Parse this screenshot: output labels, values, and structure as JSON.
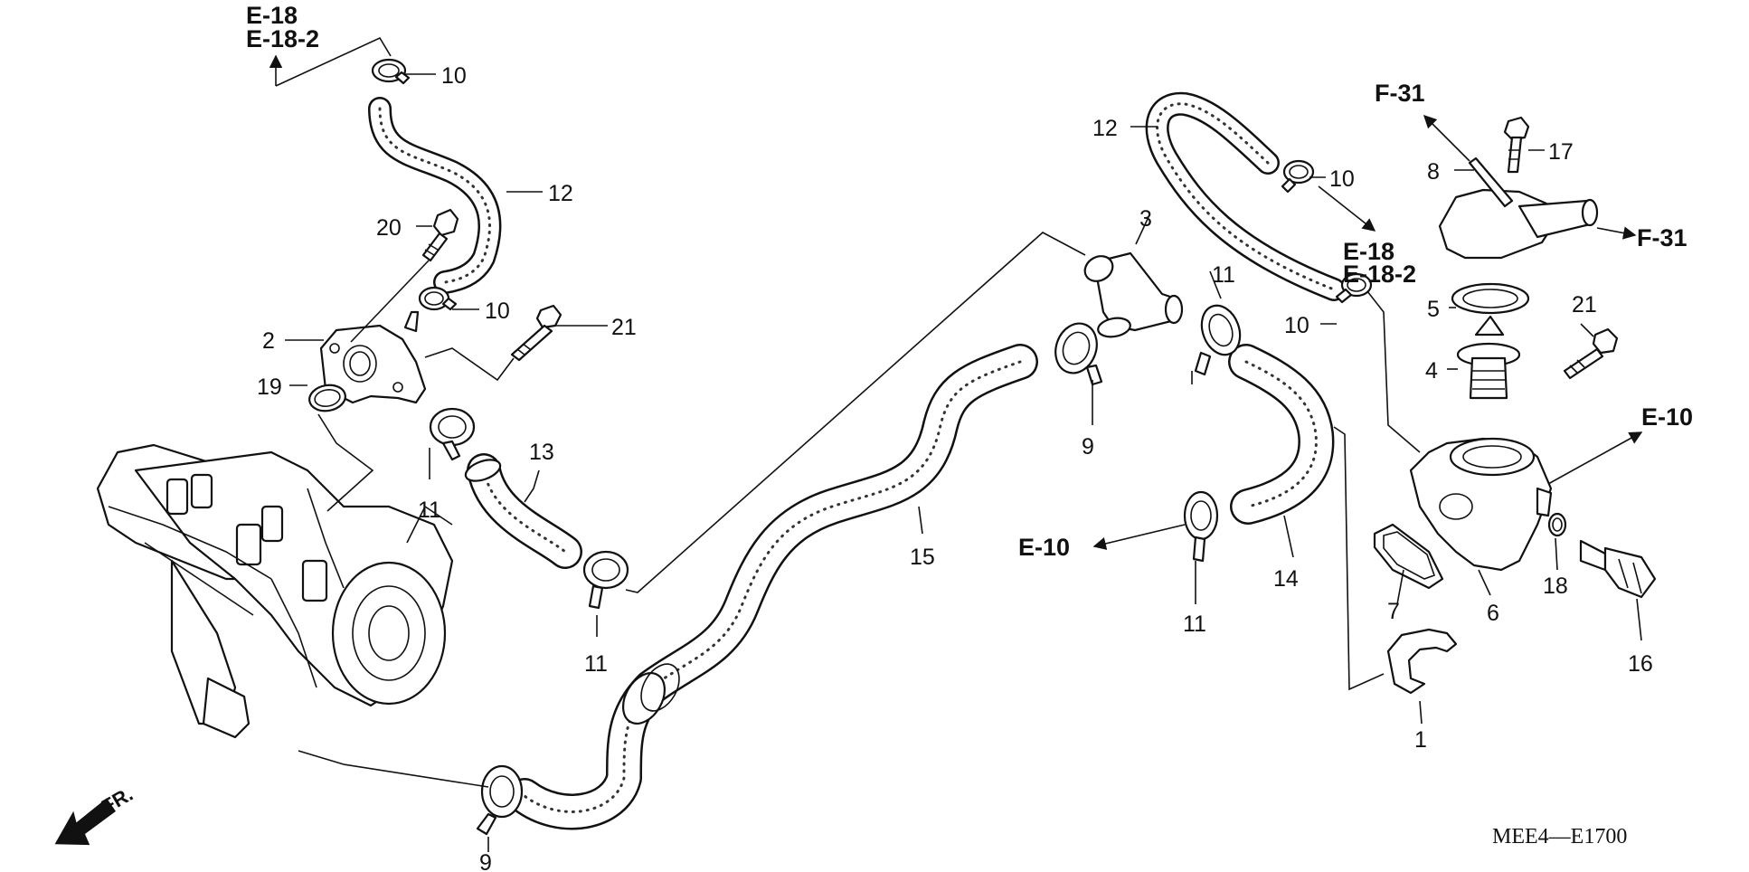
{
  "diagram": {
    "code": "MEE4—E1700",
    "fr_label": "FR.",
    "refs": {
      "e18_top": "E-18",
      "e182_top": "E-18-2",
      "e18_mid": "E-18",
      "e182_mid": "E-18-2",
      "f31_top": "F-31",
      "f31_right": "F-31",
      "e10_left": "E-10",
      "e10_right": "E-10"
    },
    "callouts": {
      "c1": "1",
      "c2": "2",
      "c3": "3",
      "c4": "4",
      "c5": "5",
      "c6": "6",
      "c7": "7",
      "c8": "8",
      "c9a": "9",
      "c9b": "9",
      "c10a": "10",
      "c10b": "10",
      "c10c": "10",
      "c10d": "10",
      "c11a": "11",
      "c11b": "11",
      "c11c": "11",
      "c11d": "11",
      "c12a": "12",
      "c12b": "12",
      "c13": "13",
      "c14": "14",
      "c15": "15",
      "c16": "16",
      "c17": "17",
      "c18": "18",
      "c19": "19",
      "c20": "20",
      "c21a": "21",
      "c21b": "21"
    }
  }
}
